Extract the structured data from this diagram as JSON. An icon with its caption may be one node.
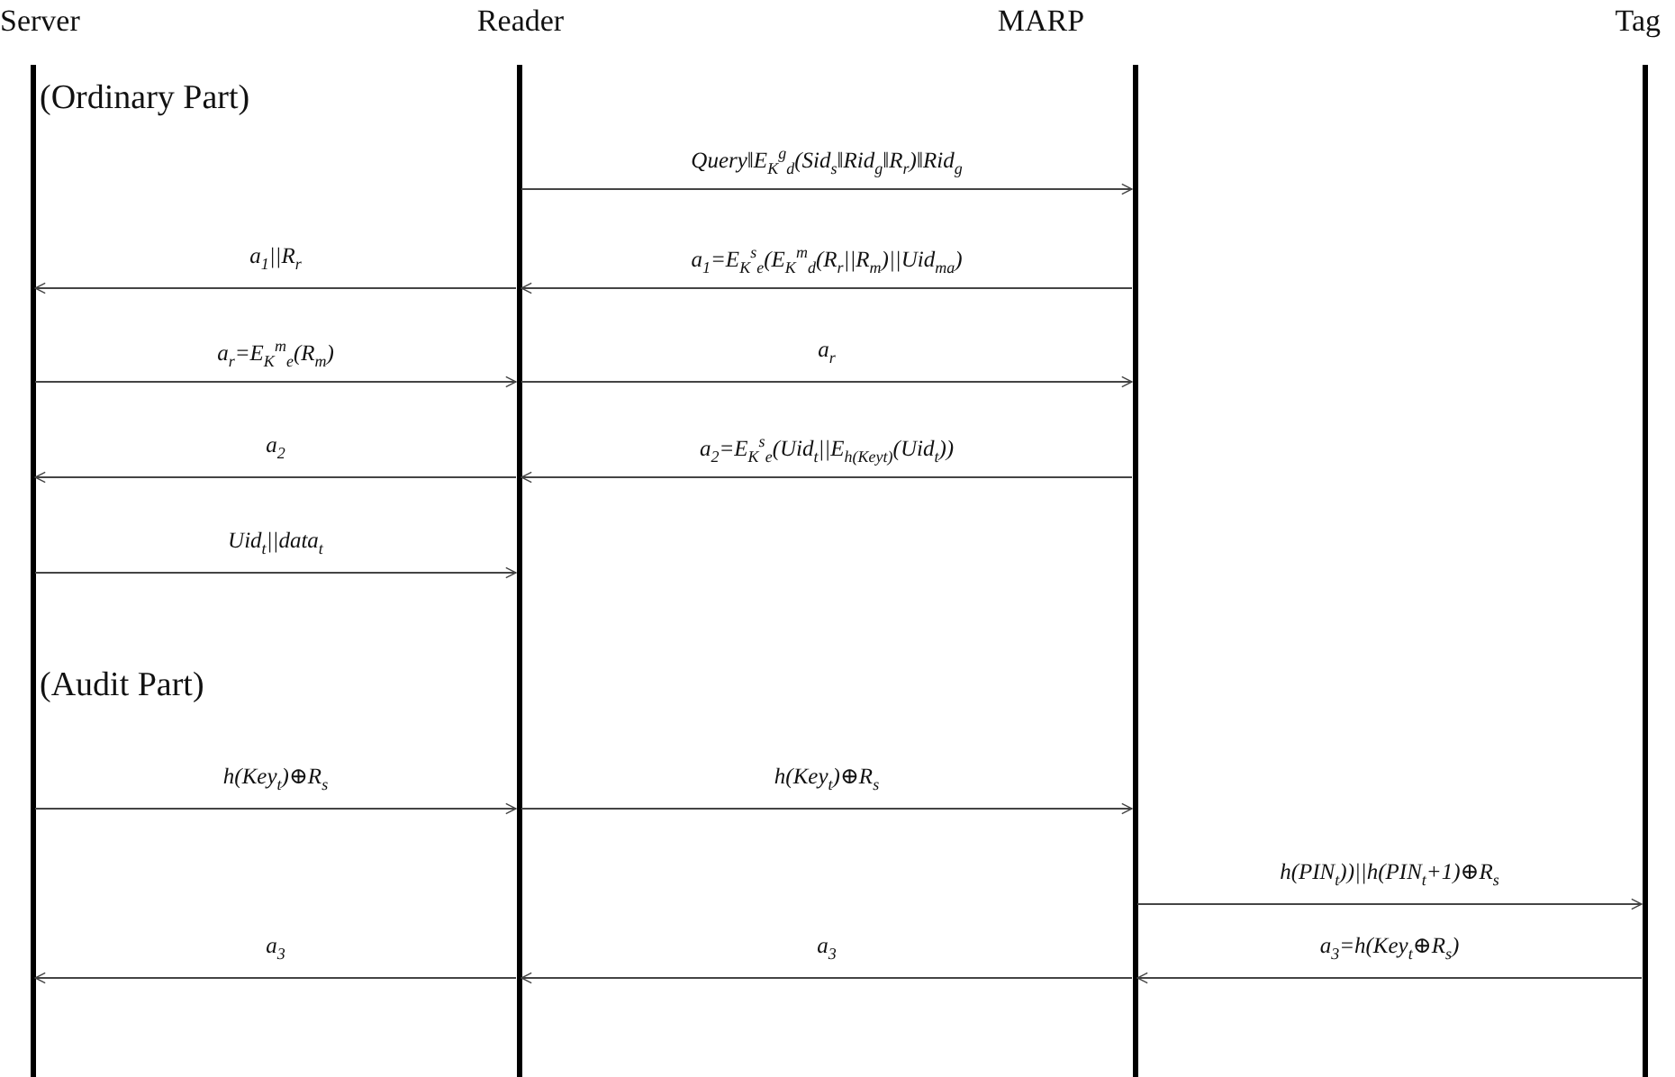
{
  "diagram": {
    "nodes": [
      {
        "text": [
          "Server"
        ]
      },
      {
        "text": [
          "Reader"
        ]
      },
      {
        "text": [
          "MARP"
        ]
      },
      {
        "text": [
          "Tag"
        ]
      }
    ],
    "edges": [
      {
        "from": 1,
        "to": 2,
        "arrow": "to",
        "label": "Query‖E$_{K}$$^{g}$$_{d}$(Sid$_{s}$‖Rid$_{g}$‖R$_{r}$)‖Rid$_{g}$"
      },
      {
        "from": 2,
        "to": 1,
        "arrow": "to",
        "label": "a$_{1}$=E$_{K}$$^{s}$$_{e}$(E$_{K}$$^{m}$$_{d}$(R$_{r}$||R$_{m}$)||Uid$_{ma}$)"
      },
      {
        "from": 1,
        "to": 0,
        "arrow": "to",
        "label": "a$_{1}$||R$_{r}$"
      },
      {
        "from": 0,
        "to": 1,
        "arrow": "to",
        "label": "a$_{r}$=E$_{K}$$^{m}$$_{e}$(R$_{m}$)"
      },
      {
        "from": 1,
        "to": 2,
        "arrow": "to",
        "label": "a$_{r}$"
      },
      {
        "from": 2,
        "to": 1,
        "arrow": "to",
        "label": "a$_{2}$=E$_{K}$$^{s}$$_{e}$(Uid$_{t}$||E$_{h(Key}$$_{t}$$_{)}$(Uid$_{t}$))"
      },
      {
        "from": 1,
        "to": 0,
        "arrow": "to",
        "label": "a$_{2}$"
      },
      {
        "from": 0,
        "to": 1,
        "arrow": "to",
        "label": "Uid$_{t}$||data$_{t}$"
      },
      {
        "from": 0,
        "to": 1,
        "arrow": "to",
        "label": "h(Key$_{t}$)⊕R$_{s}$"
      },
      {
        "from": 1,
        "to": 2,
        "arrow": "to",
        "label": "h(Key$_{t}$)⊕R$_{s}$"
      },
      {
        "from": 2,
        "to": 3,
        "arrow": "to",
        "label": "h(PIN$_{t}$))||h(PIN$_{t}$+1)⊕R$_{s}$"
      },
      {
        "from": 3,
        "to": 2,
        "arrow": "to",
        "label": "a$_{3}$=h(Key$_{t}$⊕R$_{s}$)"
      },
      {
        "from": 2,
        "to": 1,
        "arrow": "to",
        "label": "a$_{3}$"
      },
      {
        "from": 1,
        "to": 0,
        "arrow": "to",
        "label": "a$_{3}$"
      }
    ],
    "labels": [
      "(Ordinary Part)",
      "(Audit Part)"
    ]
  }
}
